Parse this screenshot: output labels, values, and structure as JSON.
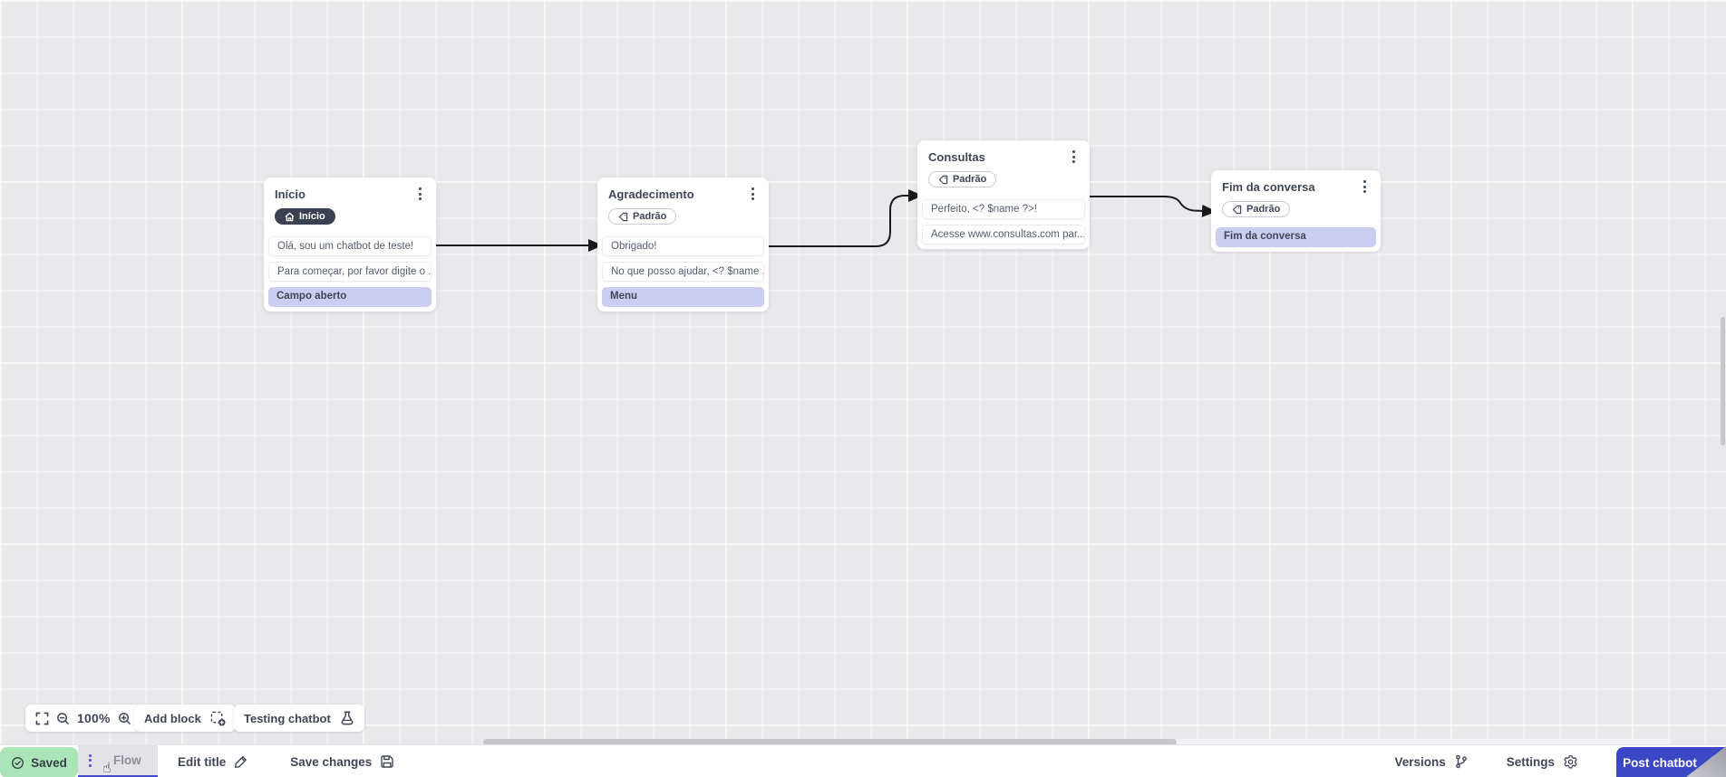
{
  "canvas": {
    "nodes": [
      {
        "title": "Início",
        "badge": "Início",
        "messages": [
          "Olá, sou um chatbot de teste!",
          "Para começar, por favor digite o ..."
        ],
        "action": "Campo aberto"
      },
      {
        "title": "Agradecimento",
        "badge": "Padrão",
        "messages": [
          "Obrigado!",
          "No que posso ajudar, <? $name ..."
        ],
        "action": "Menu"
      },
      {
        "title": "Consultas",
        "badge": "Padrão",
        "messages": [
          "Perfeito, <? $name ?>!",
          "Acesse www.consultas.com par..."
        ]
      },
      {
        "title": "Fim da conversa",
        "badge": "Padrão",
        "action": "Fim da conversa"
      }
    ]
  },
  "toolbar": {
    "zoom_level": "100%",
    "add_block_label": "Add block",
    "testing_label": "Testing chatbot"
  },
  "bottom_bar": {
    "saved_label": "Saved",
    "flow_label": "Flow",
    "edit_title_label": "Edit title",
    "save_changes_label": "Save changes",
    "versions_label": "Versions",
    "settings_label": "Settings",
    "post_label": "Post chatbot"
  },
  "colors": {
    "accent_blue": "#3b47c4",
    "action_purple": "#c9cff3",
    "saved_green": "#abe5b7",
    "dark_badge": "#3a4150",
    "canvas_bg": "#e9e8eb",
    "arrow": "#1a1a1c"
  }
}
